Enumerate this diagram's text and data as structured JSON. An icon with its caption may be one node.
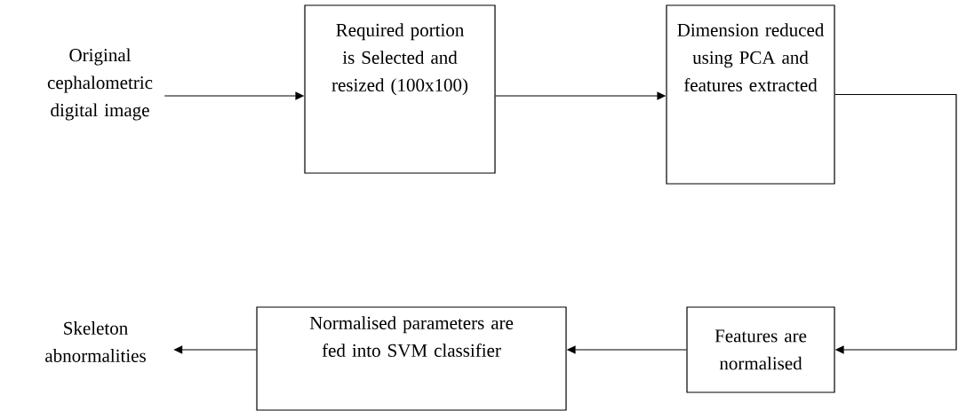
{
  "diagram": {
    "nodes": [
      {
        "text": [
          "Original cephalometric digital image"
        ]
      },
      {
        "text": [
          "Required portion is Selected and resized (100x100)"
        ]
      },
      {
        "text": [
          "Dimension reduced using PCA and features extracted"
        ]
      },
      {
        "text": [
          "Features are normalised"
        ]
      },
      {
        "text": [
          "Normalised parameters are fed into SVM classifier"
        ]
      },
      {
        "text": [
          "Skeleton abnormalities"
        ]
      }
    ],
    "edges": [
      {
        "from": 0,
        "to": 1,
        "arrow": "to"
      },
      {
        "from": 1,
        "to": 2,
        "arrow": "to"
      },
      {
        "from": 2,
        "to": 3,
        "arrow": "to"
      },
      {
        "from": 3,
        "to": 4,
        "arrow": "to"
      },
      {
        "from": 4,
        "to": 5,
        "arrow": "to"
      }
    ]
  }
}
